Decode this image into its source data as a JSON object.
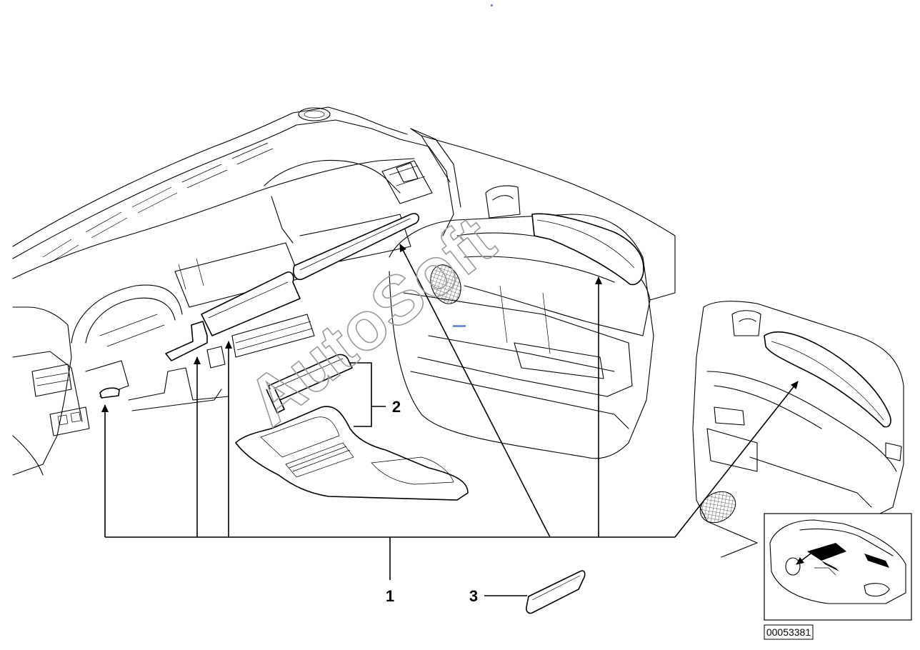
{
  "watermark": "AutoSoft",
  "callouts": [
    {
      "id": "1",
      "label": "1"
    },
    {
      "id": "2",
      "label": "2"
    },
    {
      "id": "3",
      "label": "3"
    }
  ],
  "document_number": "00053381",
  "colors": {
    "line": "#000000",
    "watermark": "#9a9a9a",
    "marker": "#6f8fd8"
  }
}
